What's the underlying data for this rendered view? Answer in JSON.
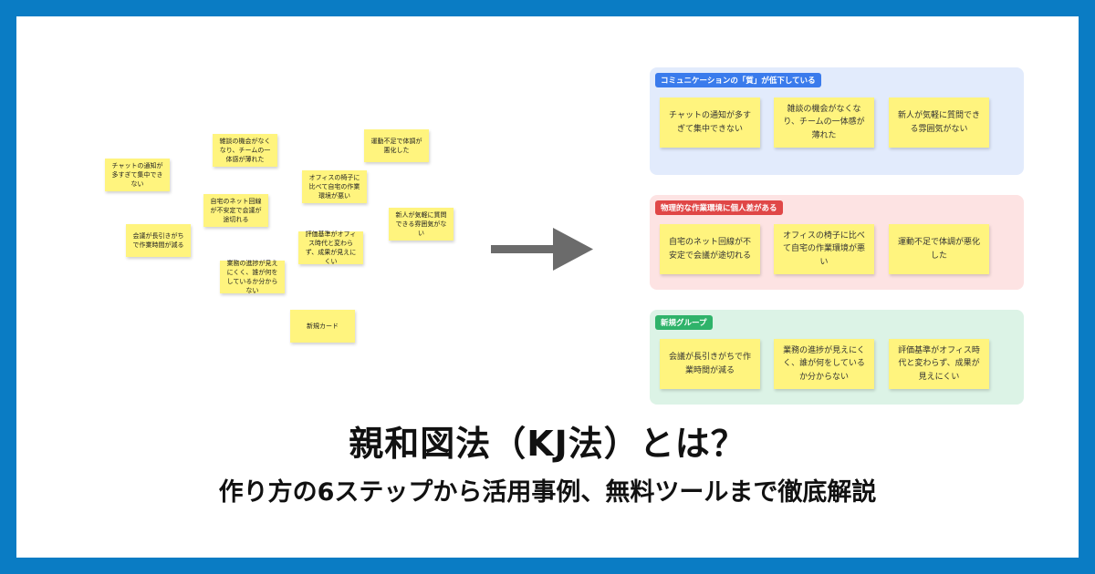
{
  "scattered_notes": [
    "チャットの通知が多すぎて集中できない",
    "雑談の機会がなくなり、チームの一体感が薄れた",
    "運動不足で体調が悪化した",
    "オフィスの椅子に比べて自宅の作業環境が悪い",
    "自宅のネット回線が不安定で会議が途切れる",
    "会議が長引きがちで作業時間が減る",
    "新人が気軽に質問できる雰囲気がない",
    "評価基準がオフィス時代と変わらず、成果が見えにくい",
    "業務の進捗が見えにくく、誰が何をしているか分からない",
    "新規カード"
  ],
  "groups": [
    {
      "label": "コミュニケーションの「質」が低下している",
      "notes": [
        "チャットの通知が多すぎて集中できない",
        "雑談の機会がなくなり、チームの一体感が薄れた",
        "新人が気軽に質問できる雰囲気がない"
      ]
    },
    {
      "label": "物理的な作業環境に個人差がある",
      "notes": [
        "自宅のネット回線が不安定で会議が途切れる",
        "オフィスの椅子に比べて自宅の作業環境が悪い",
        "運動不足で体調が悪化した"
      ]
    },
    {
      "label": "新規グループ",
      "notes": [
        "会議が長引きがちで作業時間が減る",
        "業務の進捗が見えにくく、誰が何をしているか分からない",
        "評価基準がオフィス時代と変わらず、成果が見えにくい"
      ]
    }
  ],
  "title": "親和図法（KJ法）とは？",
  "subtitle": "作り方の6ステップから活用事例、無料ツールまで徹底解説",
  "colors": {
    "frame": "#0a7cc4",
    "note": "#fff47e",
    "group1": "#e2ebfc",
    "group2": "#fde3e3",
    "group3": "#dcf3e6",
    "arrow": "#6b6b6b"
  }
}
